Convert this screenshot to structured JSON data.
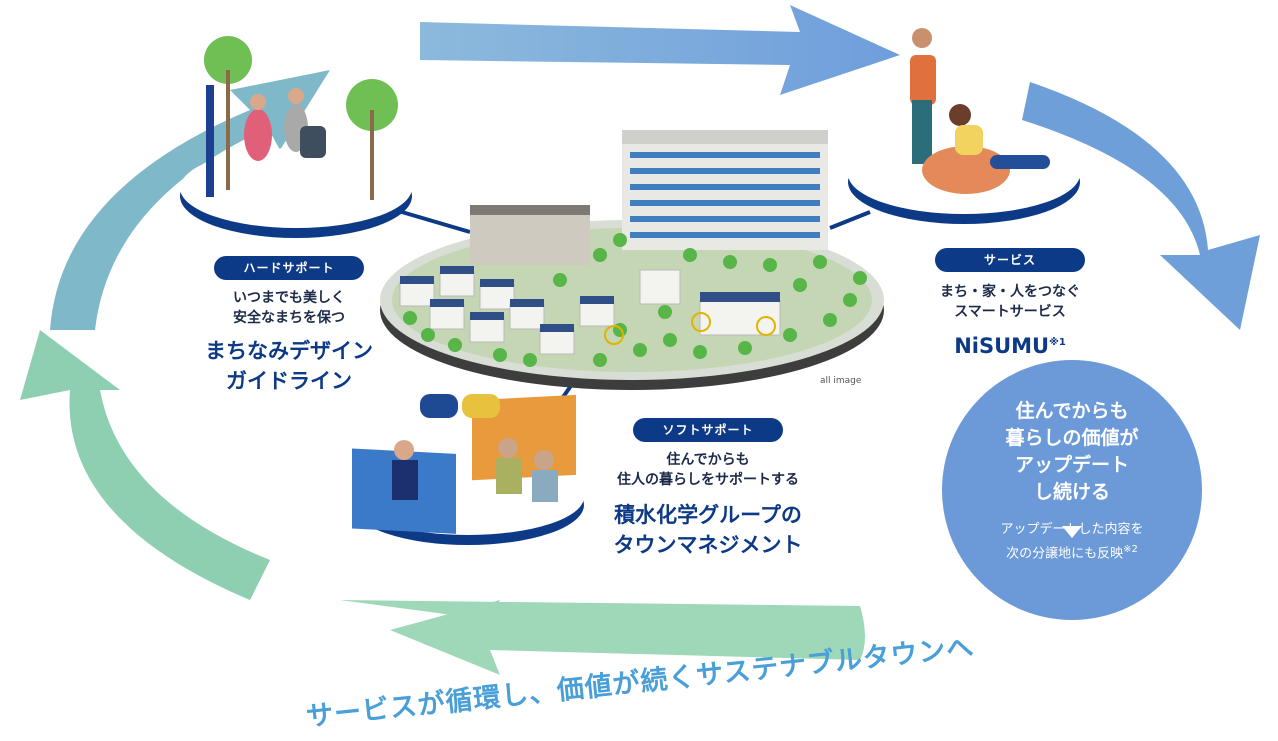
{
  "hard_support": {
    "pill": "ハードサポート",
    "sub": [
      "いつまでも美しく",
      "安全なまちを保つ"
    ],
    "title": [
      "まちなみデザイン",
      "ガイドライン"
    ]
  },
  "soft_support": {
    "pill": "ソフトサポート",
    "sub": [
      "住んでからも",
      "住人の暮らしをサポートする"
    ],
    "title": [
      "積水化学グループの",
      "タウンマネジメント"
    ]
  },
  "service": {
    "pill": "サービス",
    "sub": [
      "まち・家・人をつなぐ",
      "スマートサービス"
    ],
    "title": "NiSUMU",
    "note_mark": "※1"
  },
  "bubble": {
    "main": [
      "住んでからも",
      "暮らしの価値が",
      "アップデート",
      "し続ける"
    ],
    "sub": [
      "アップデートした内容を",
      "次の分譲地にも反映"
    ],
    "sub_mark": "※2"
  },
  "image_note": "all image",
  "slogan": "サービスが循環し、価値が続くサステナブルタウンへ",
  "colors": {
    "navy": "#0d3a86",
    "arrow_blue": "#6f9fd8",
    "arrow_teal": "#8ccfb0",
    "slogan": "#4a9fd8",
    "bubble": "#6c9ad8"
  }
}
